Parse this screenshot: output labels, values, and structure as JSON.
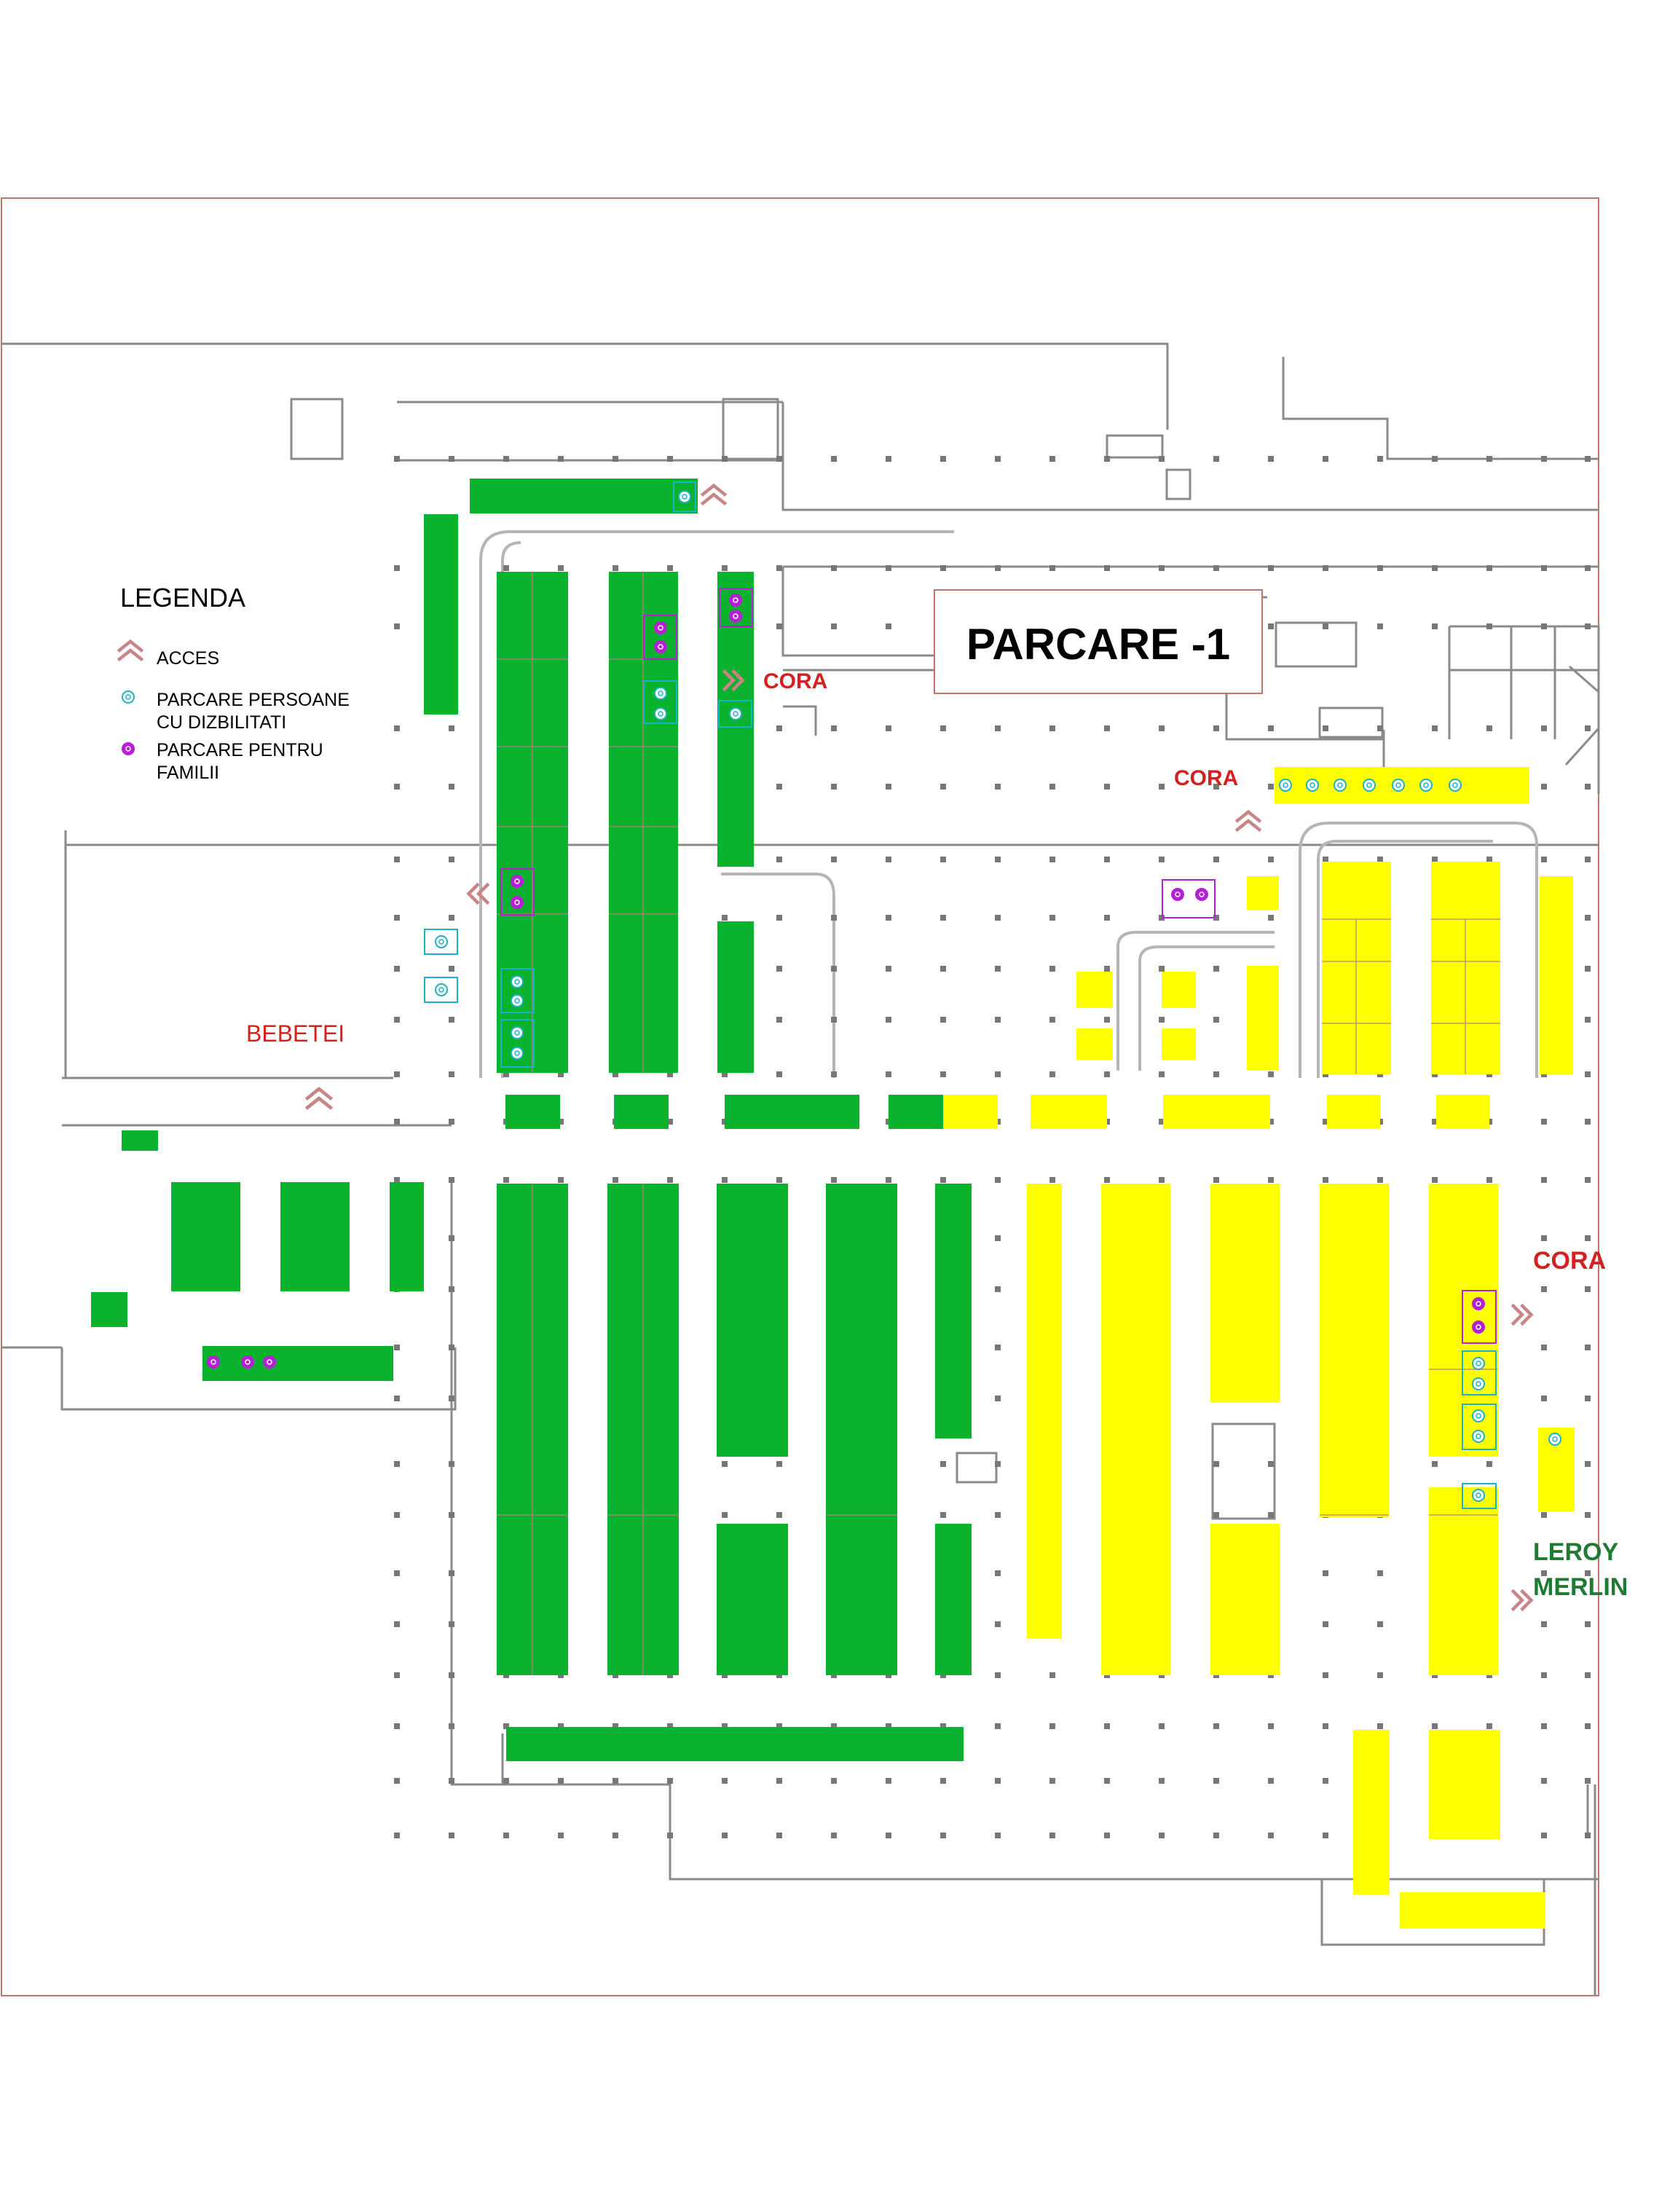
{
  "title": "PARCARE -1",
  "legend": {
    "heading": "LEGENDA",
    "items": [
      {
        "icon": "access-chevron-icon",
        "label": "ACCES"
      },
      {
        "icon": "disabled-parking-icon",
        "label": "PARCARE PERSOANE",
        "label2": "CU DIZBILITATI"
      },
      {
        "icon": "family-parking-icon",
        "label": "PARCARE PENTRU",
        "label2": "FAMILII"
      }
    ]
  },
  "destinations": {
    "cora_top": "CORA",
    "cora_mid": "CORA",
    "cora_right": "CORA",
    "bebetei": "BEBETEI",
    "leroy_line1": "LEROY",
    "leroy_line2": "MERLIN"
  },
  "colors": {
    "green_zone": "#0bb22d",
    "yellow_zone": "#ffff00",
    "destination_red": "#d61f1f",
    "leroy_green": "#1f7a34",
    "access_chevron": "#c98585",
    "disabled_spot": "#18b3c6",
    "family_spot": "#b51fd6",
    "structure_line": "#8a8a8a",
    "border": "#c0756c"
  }
}
